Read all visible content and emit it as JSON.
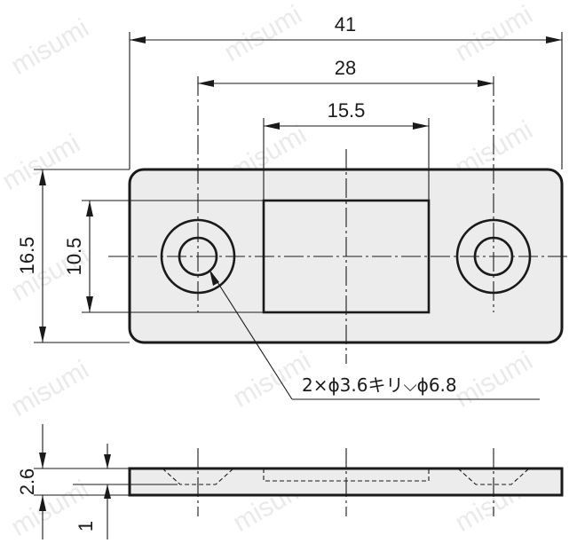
{
  "dimensions": {
    "overall_length": "41",
    "hole_pitch": "28",
    "recess_length": "15.5",
    "overall_width": "16.5",
    "recess_width": "10.5",
    "thickness": "2.6",
    "recess_depth": "1"
  },
  "hole_callout": "2×ϕ3.6キリ⌵ϕ6.8",
  "watermark": {
    "text": "misumi"
  }
}
